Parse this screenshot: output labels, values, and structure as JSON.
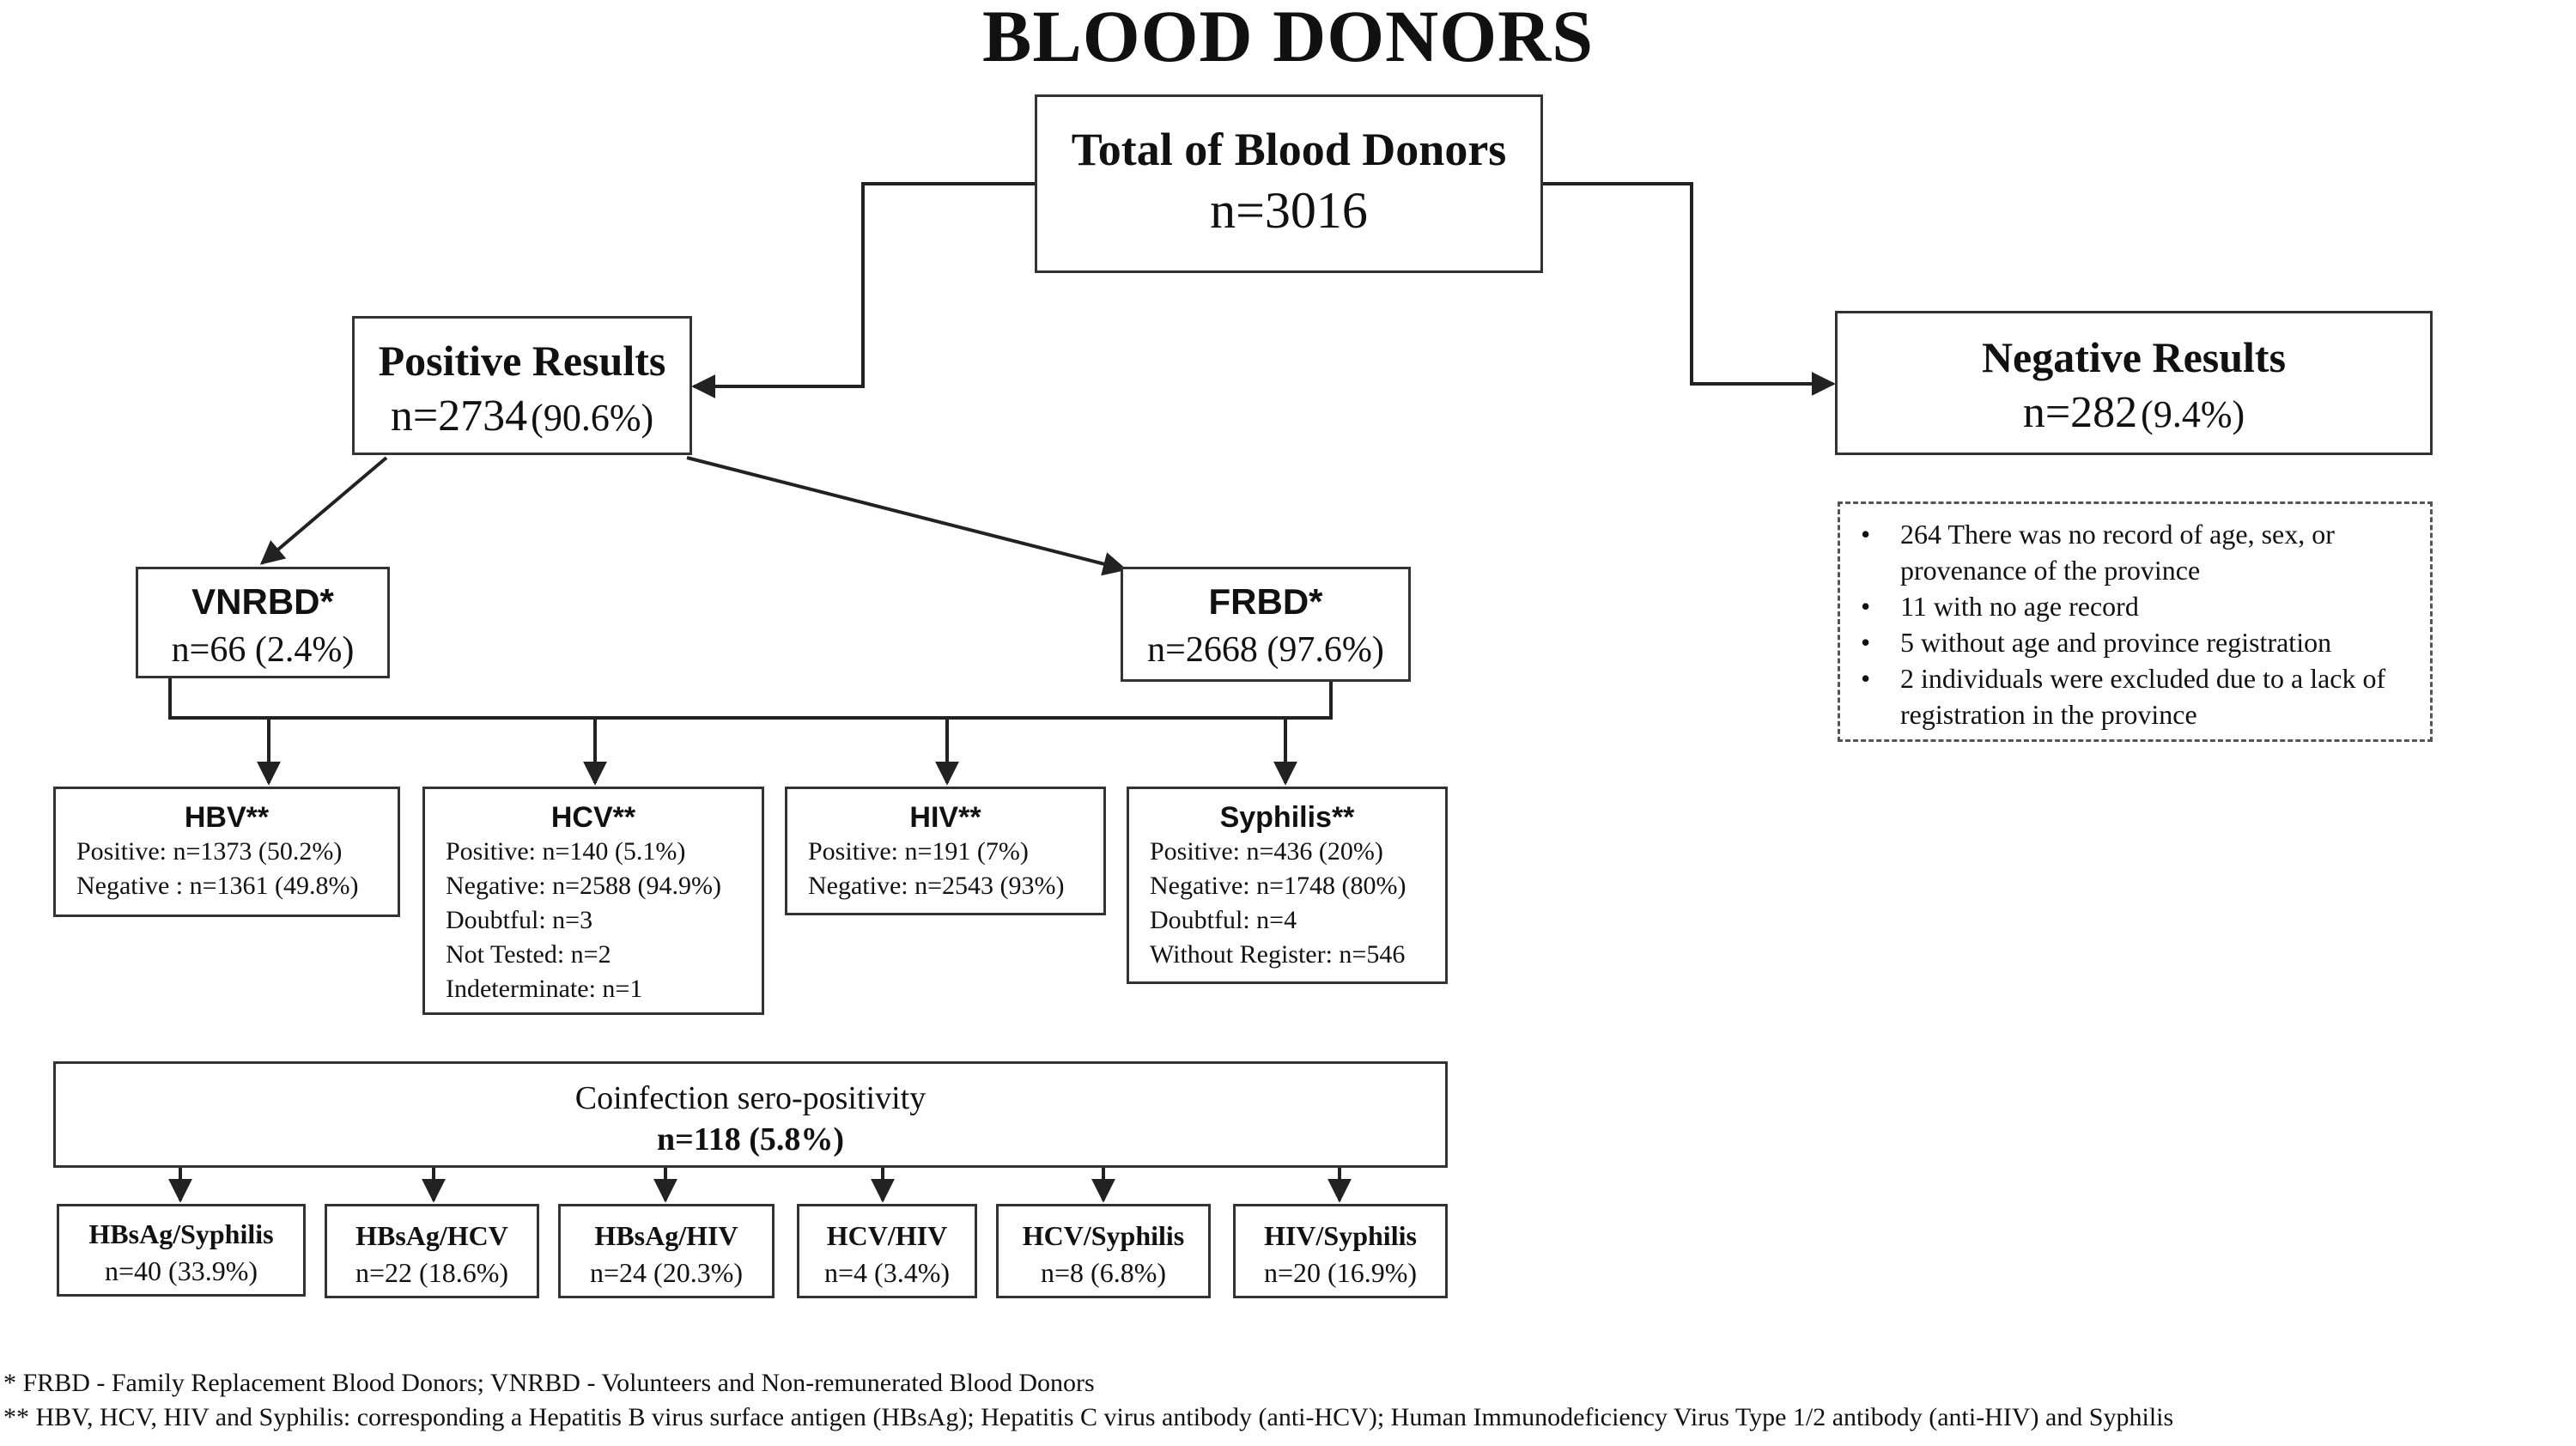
{
  "title": "BLOOD DONORS",
  "total": {
    "label": "Total of Blood Donors",
    "count": "n=3016"
  },
  "positive": {
    "label": "Positive Results",
    "count": "n=2734",
    "pct": "(90.6%)"
  },
  "negative": {
    "label": "Negative Results",
    "count": "n=282",
    "pct": "(9.4%)"
  },
  "negative_notes": [
    "264 There was no record of age, sex, or provenance of the province",
    "11  with no age record",
    "5 without age and province registration",
    "2 individuals were excluded due to a lack of registration in the province"
  ],
  "vnrbd": {
    "label": "VNRBD*",
    "count": "n=66 (2.4%)"
  },
  "frbd": {
    "label": "FRBD*",
    "count": "n=2668 (97.6%)"
  },
  "tests": [
    {
      "name": "HBV**",
      "lines": [
        "Positive: n=1373 (50.2%)",
        "Negative : n=1361 (49.8%)"
      ]
    },
    {
      "name": "HCV**",
      "lines": [
        "Positive: n=140 (5.1%)",
        "Negative: n=2588 (94.9%)",
        "Doubtful: n=3",
        "Not Tested: n=2",
        "Indeterminate: n=1"
      ]
    },
    {
      "name": "HIV**",
      "lines": [
        "Positive: n=191 (7%)",
        "Negative: n=2543 (93%)"
      ]
    },
    {
      "name": "Syphilis**",
      "lines": [
        "Positive: n=436 (20%)",
        "Negative: n=1748 (80%)",
        "Doubtful: n=4",
        "Without Register: n=546"
      ]
    }
  ],
  "coinfection": {
    "label": "Coinfection sero-positivity",
    "count": "n=118 (5.8%)"
  },
  "coinfections": [
    {
      "name": "HBsAg/Syphilis",
      "count": "n=40 (33.9%)"
    },
    {
      "name": "HBsAg/HCV",
      "count": "n=22 (18.6%)"
    },
    {
      "name": "HBsAg/HIV",
      "count": "n=24 (20.3%)"
    },
    {
      "name": "HCV/HIV",
      "count": "n=4 (3.4%)"
    },
    {
      "name": "HCV/Syphilis",
      "count": "n=8 (6.8%)"
    },
    {
      "name": "HIV/Syphilis",
      "count": "n=20 (16.9%)"
    }
  ],
  "footnotes": [
    "*   FRBD - Family Replacement Blood Donors; VNRBD - Volunteers and Non-remunerated Blood Donors",
    "** HBV, HCV, HIV and Syphilis: corresponding a Hepatitis B virus surface antigen (HBsAg); Hepatitis C virus antibody (anti-HCV); Human Immunodeficiency Virus Type 1/2 antibody (anti-HIV) and Syphilis"
  ]
}
